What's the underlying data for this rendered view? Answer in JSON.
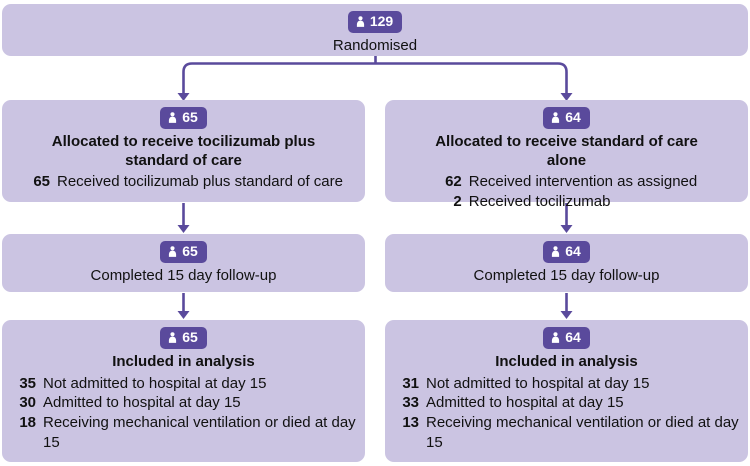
{
  "colors": {
    "box": "#cbc4e2",
    "badge": "#5a4a9c",
    "arrow": "#5a4a9c",
    "text": "#111111"
  },
  "diagram": {
    "randomised": {
      "count": "129",
      "label": "Randomised"
    },
    "left": {
      "allocation": {
        "count": "65",
        "title": "Allocated to receive tocilizumab plus standard of care",
        "items": [
          {
            "num": "65",
            "text": "Received tocilizumab plus standard of care"
          }
        ]
      },
      "followup": {
        "count": "65",
        "label": "Completed 15 day follow-up"
      },
      "analysis": {
        "count": "65",
        "title": "Included in analysis",
        "items": [
          {
            "num": "35",
            "text": "Not admitted to hospital at day 15"
          },
          {
            "num": "30",
            "text": "Admitted to hospital at day 15"
          },
          {
            "num": "18",
            "text": "Receiving mechanical ventilation or died at day 15"
          }
        ]
      }
    },
    "right": {
      "allocation": {
        "count": "64",
        "title": "Allocated to receive standard of care alone",
        "items": [
          {
            "num": "62",
            "text": "Received intervention as assigned"
          },
          {
            "num": "2",
            "text": "Received tocilizumab"
          }
        ]
      },
      "followup": {
        "count": "64",
        "label": "Completed 15 day follow-up"
      },
      "analysis": {
        "count": "64",
        "title": "Included in analysis",
        "items": [
          {
            "num": "31",
            "text": "Not admitted to hospital at day 15"
          },
          {
            "num": "33",
            "text": "Admitted to hospital at day 15"
          },
          {
            "num": "13",
            "text": "Receiving mechanical ventilation or died at day 15"
          }
        ]
      }
    }
  }
}
